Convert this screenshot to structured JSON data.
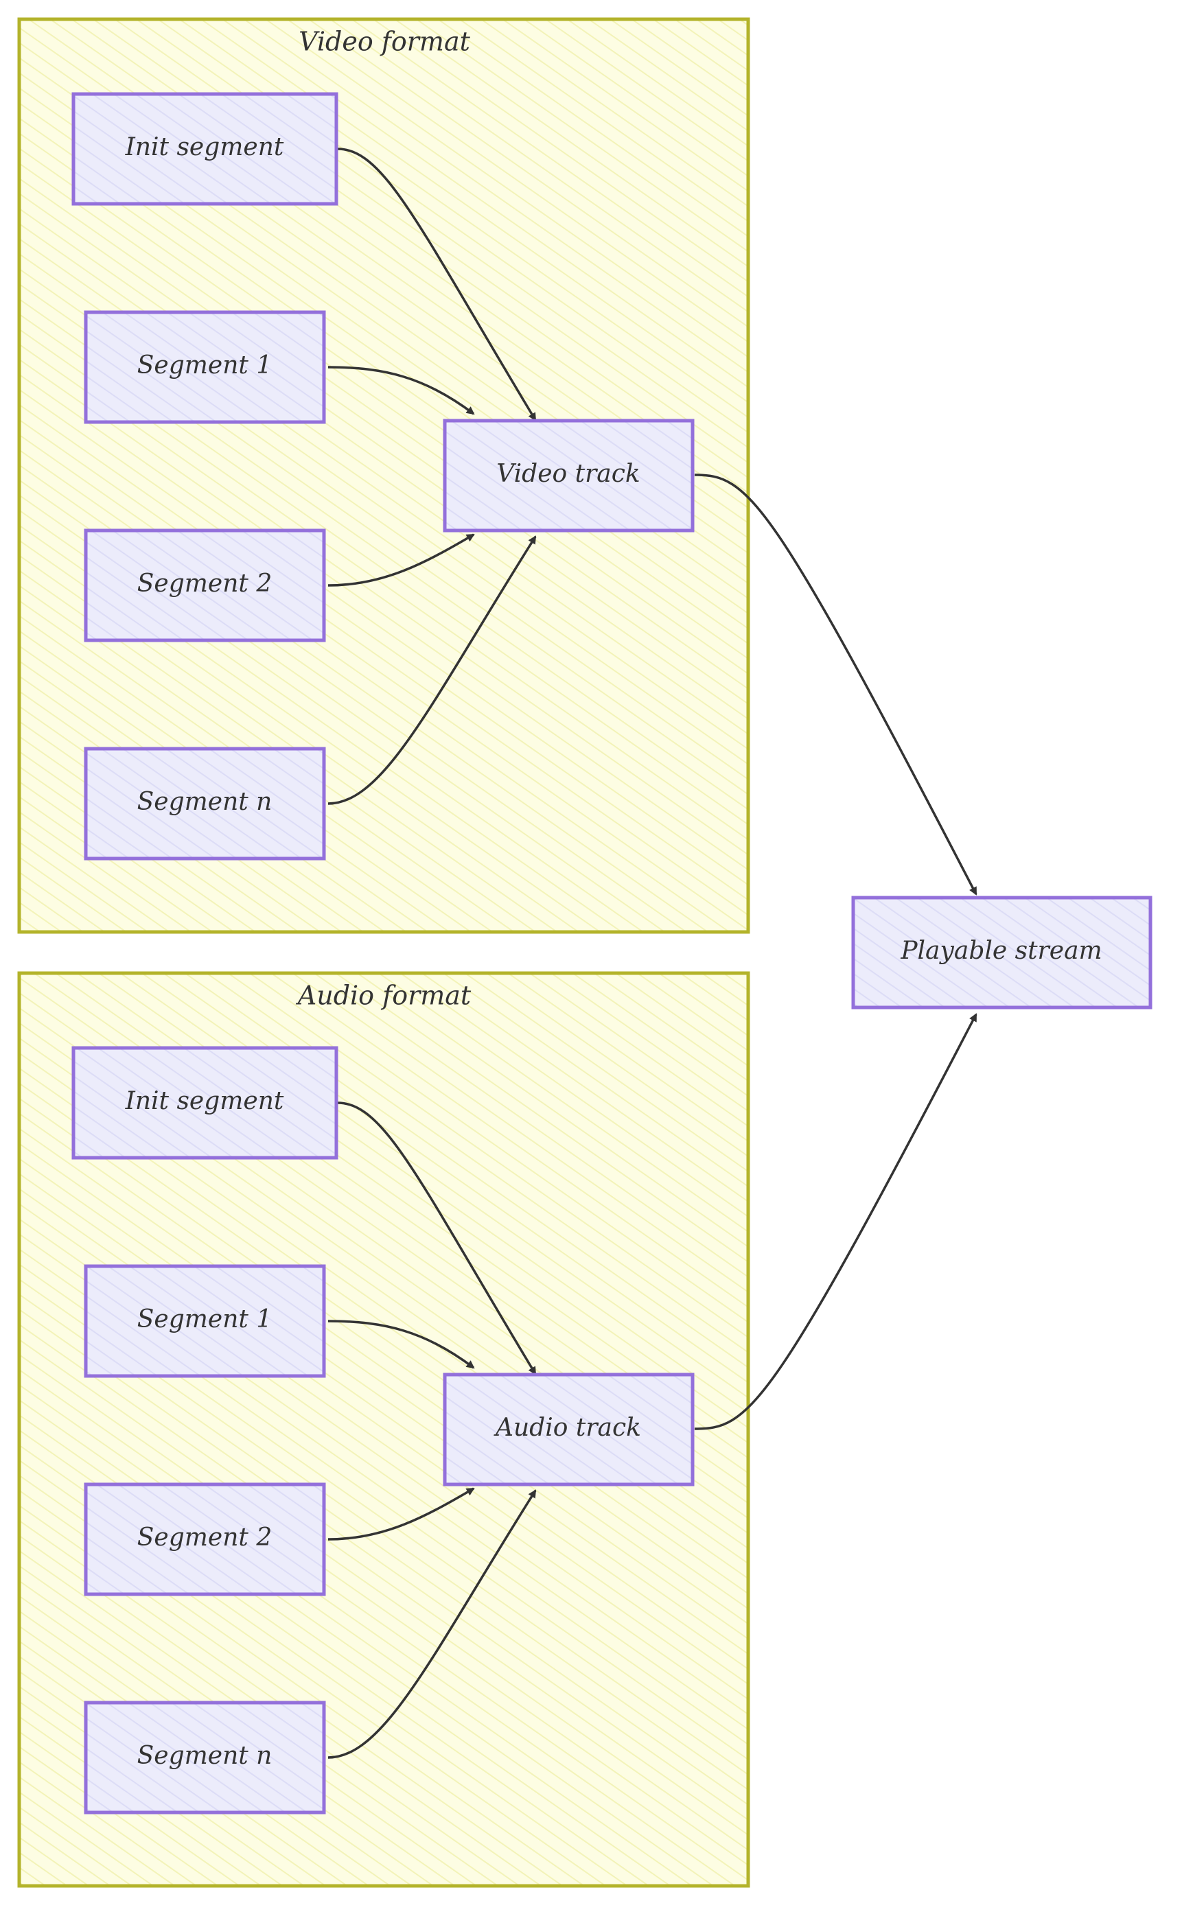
{
  "groups": {
    "video": {
      "label": "Video format"
    },
    "audio": {
      "label": "Audio format"
    }
  },
  "nodes": {
    "video_init": "Init segment",
    "video_seg1": "Segment 1",
    "video_seg2": "Segment 2",
    "video_segn": "Segment n",
    "video_track": "Video track",
    "audio_init": "Init segment",
    "audio_seg1": "Segment 1",
    "audio_seg2": "Segment 2",
    "audio_segn": "Segment n",
    "audio_track": "Audio track",
    "playable": "Playable stream"
  },
  "edges": [
    {
      "from": "Init segment (video)",
      "to": "Video track"
    },
    {
      "from": "Segment 1 (video)",
      "to": "Video track"
    },
    {
      "from": "Segment 2 (video)",
      "to": "Video track"
    },
    {
      "from": "Segment n (video)",
      "to": "Video track"
    },
    {
      "from": "Video track",
      "to": "Playable stream"
    },
    {
      "from": "Init segment (audio)",
      "to": "Audio track"
    },
    {
      "from": "Segment 1 (audio)",
      "to": "Audio track"
    },
    {
      "from": "Segment 2 (audio)",
      "to": "Audio track"
    },
    {
      "from": "Segment n (audio)",
      "to": "Audio track"
    },
    {
      "from": "Audio track",
      "to": "Playable stream"
    }
  ],
  "colors": {
    "group_fill": "#fdfde3",
    "group_stroke": "#b3b32a",
    "node_fill": "#e9e9fb",
    "node_stroke": "#9370db",
    "edge": "#333333"
  }
}
